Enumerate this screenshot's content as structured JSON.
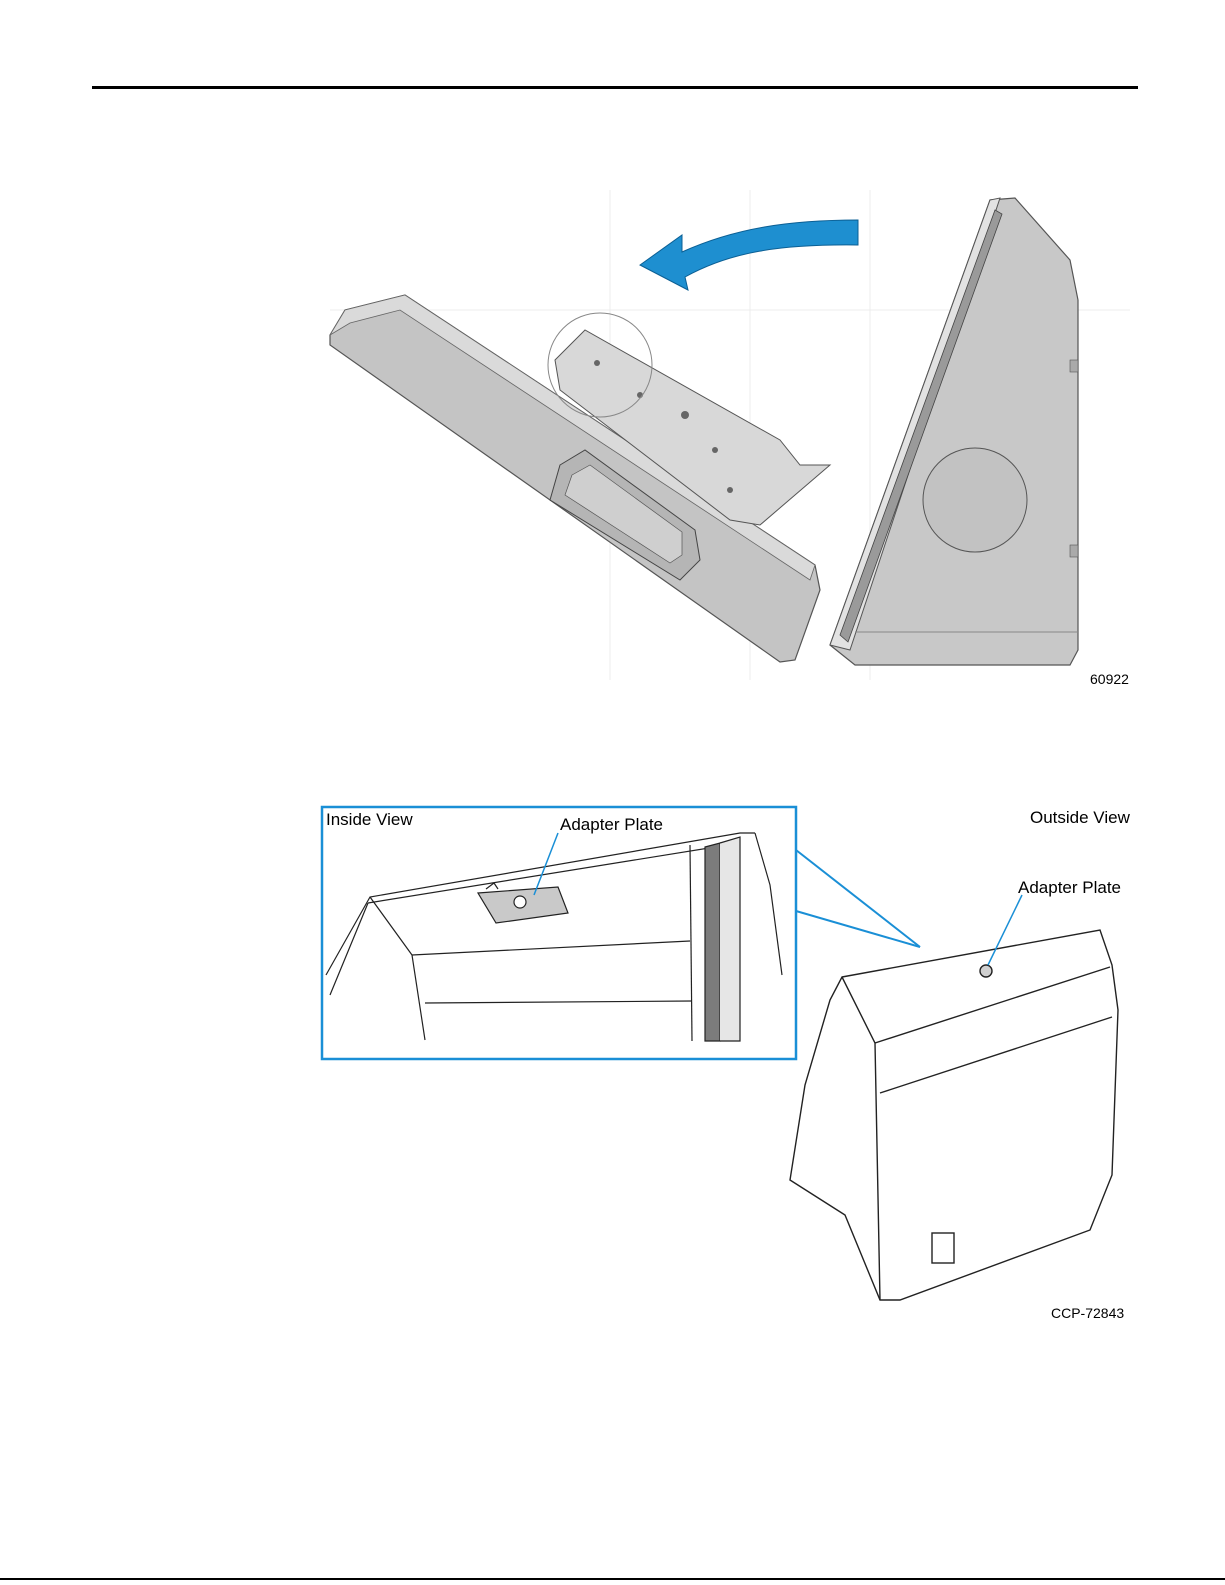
{
  "figure1": {
    "id": "60922",
    "arrow_color": "#1e8fd0"
  },
  "figure2": {
    "id": "CCP-72843",
    "inside_view_label": "Inside View",
    "outside_view_label": "Outside View",
    "inside_callout": "Adapter Plate",
    "outside_callout": "Adapter Plate",
    "frame_color": "#1a8fd6"
  }
}
